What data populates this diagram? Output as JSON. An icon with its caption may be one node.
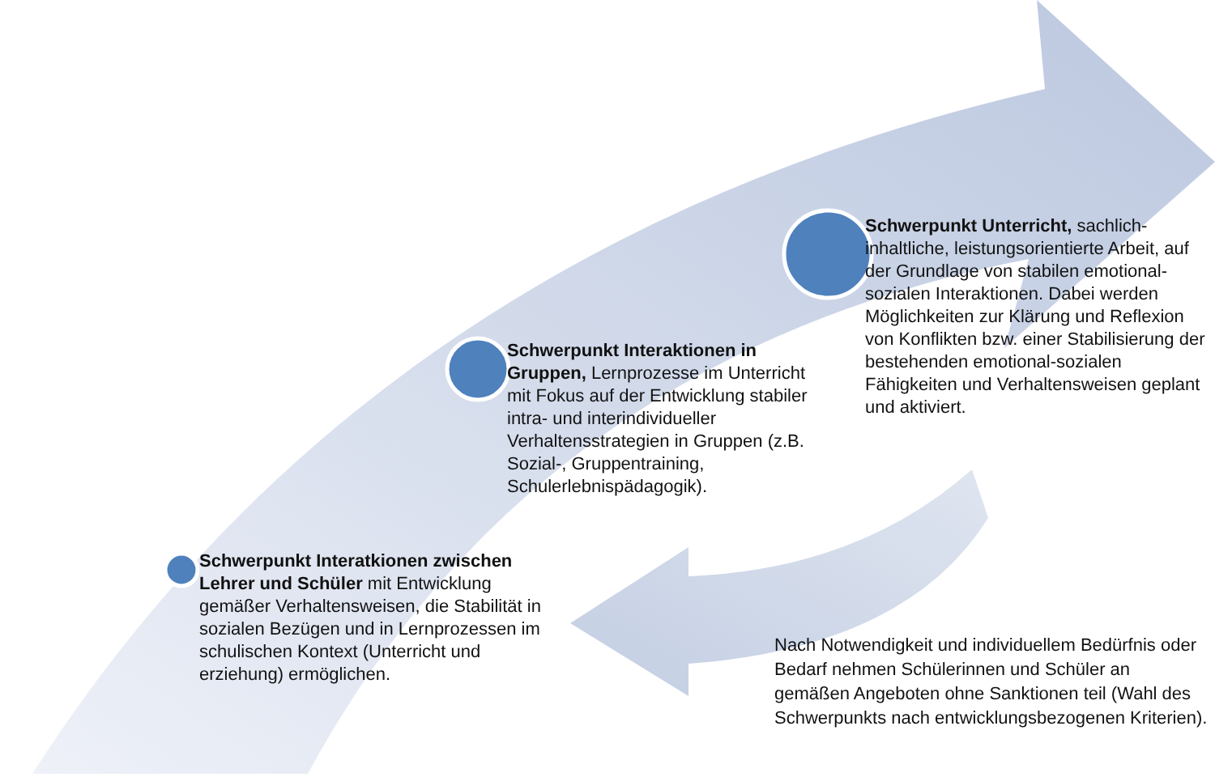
{
  "diagram": {
    "nodes": [
      {
        "text": [
          "**Schwerpunkt Interatkionen zwischen Lehrer und Schüler** mit Entwicklung gemäßer Verhaltensweisen, die Stabilität in sozialen Bezügen und in Lernprozessen im schulischen Kontext (Unterricht und erziehung) ermöglichen."
        ]
      },
      {
        "text": [
          "**Schwerpunkt Interaktionen in Gruppen,** Lernprozesse im Unterricht mit Fokus auf der Entwicklung stabiler intra- und interindividueller Verhaltensstrategien in Gruppen (z.B. Sozial-, Gruppentraining, Schulerlebnispädagogik)."
        ]
      },
      {
        "text": [
          "**Schwerpunkt Unterricht,** sachlich-inhaltliche, leistungsorientierte Arbeit, auf der Grundlage von stabilen emotional-sozialen Interaktionen. Dabei werden Möglichkeiten zur Klärung und Reflexion von Konflikten bzw. einer Stabilisierung der bestehenden emotional-sozialen Fähigkeiten und Verhaltensweisen geplant und aktiviert."
        ]
      }
    ],
    "labels": [
      "Nach Notwendigkeit und individuellem Bedürfnis oder Bedarf nehmen Schülerinnen und Schüler an gemäßen Angeboten ohne Sanktionen teil (Wahl des Schwerpunkts nach entwicklungsbezogenen Kriterien)."
    ]
  }
}
